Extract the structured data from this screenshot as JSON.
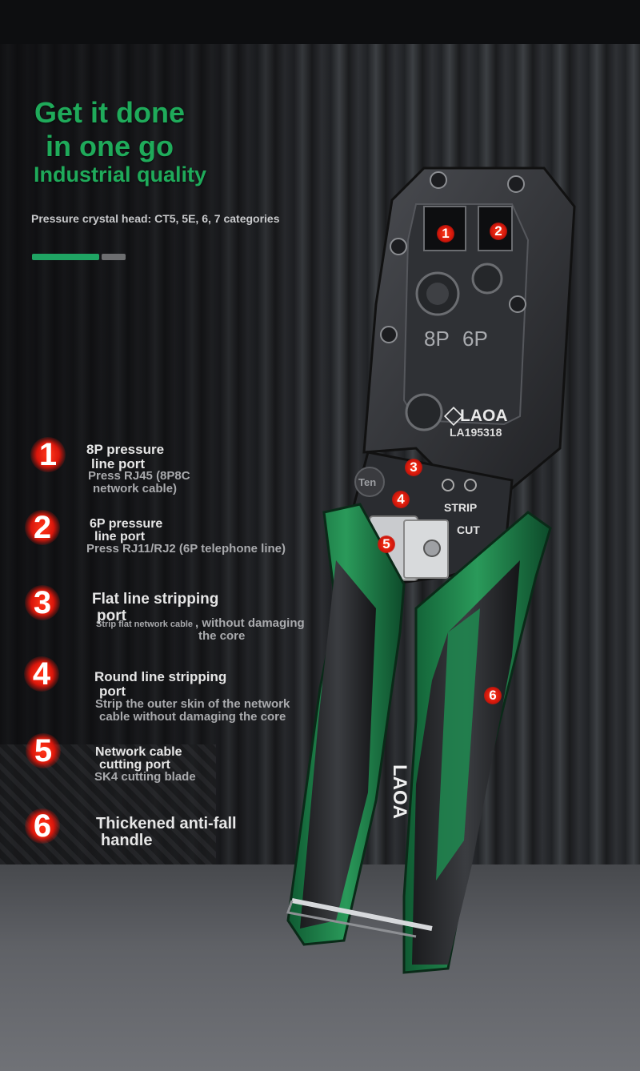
{
  "headline": {
    "line1": "Get it done",
    "line2": "in one go",
    "line3": "Industrial quality"
  },
  "subtitle": "Pressure crystal head: CT5, 5E, 6, 7 categories",
  "features": [
    {
      "num": "1",
      "title1": "8P pressure",
      "title2": "line port",
      "desc1": "Press RJ45 (8P8C",
      "desc2": "network cable)"
    },
    {
      "num": "2",
      "title1": "6P pressure",
      "title2": "line port",
      "desc1": "Press RJ11/RJ2 (6P telephone line)",
      "desc2": ""
    },
    {
      "num": "3",
      "title1": "Flat line stripping",
      "title2": "port",
      "desc1": "Strip flat network cable",
      "desc1b": ", without damaging",
      "desc2": "the core"
    },
    {
      "num": "4",
      "title1": "Round line stripping",
      "title2": "port",
      "desc1": "Strip the outer skin of the network",
      "desc2": "cable without damaging the core"
    },
    {
      "num": "5",
      "title1": "Network cable",
      "title2": "cutting port",
      "desc1": "SK4 cutting blade",
      "desc2": ""
    },
    {
      "num": "6",
      "title1": "Thickened anti-fall",
      "title2": "handle",
      "desc1": "",
      "desc2": ""
    }
  ],
  "tool": {
    "brand": "LAOA",
    "model": "LA195318",
    "port_8p": "8P",
    "port_6p": "6P",
    "strip_label": "STRIP",
    "cut_label": "CUT",
    "side_badge": "Ten",
    "handle_brand": "LAOA"
  },
  "markers": [
    "1",
    "2",
    "3",
    "4",
    "5",
    "6"
  ],
  "colors": {
    "accent_green": "#1faa5a",
    "marker_red": "#e0190d",
    "handle_green": "#1f7f4a",
    "body_dark": "#2b2d31"
  }
}
